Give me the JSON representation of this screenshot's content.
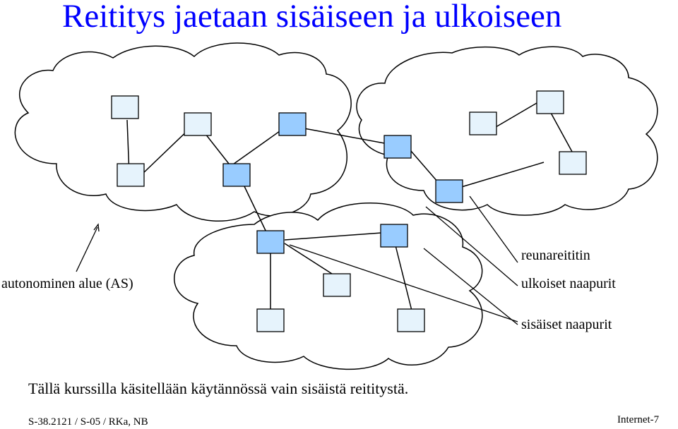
{
  "slide": {
    "title": "Reititys jaetaan sisäiseen ja ulkoiseen",
    "note": "Tällä kurssilla käsitellään käytännössä vain sisäistä reititystä.",
    "footer_left": "S-38.2121 / S-05 / RKa, NB",
    "footer_right": "Internet-7"
  },
  "labels": {
    "autonomous_system": "autonominen alue (AS)",
    "border_router": "reunareititin",
    "external_neighbors": "ulkoiset naapurit",
    "internal_neighbors": "sisäiset naapurit"
  },
  "colors": {
    "title": "#0000ff",
    "router_border": "#99ccff",
    "router_internal": "#e6f3fc",
    "line": "#000000"
  }
}
